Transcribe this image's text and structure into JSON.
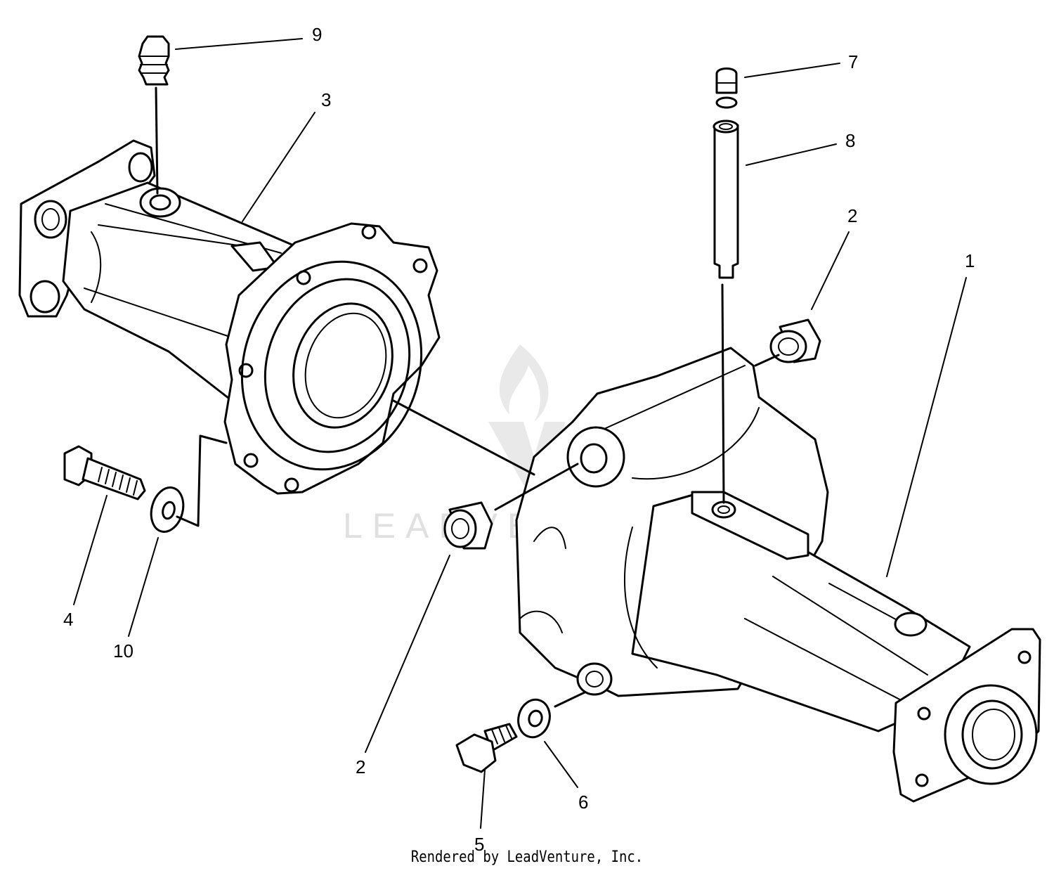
{
  "callouts": {
    "c9": "9",
    "c3": "3",
    "c7": "7",
    "c8": "8",
    "c2a": "2",
    "c1": "1",
    "c4": "4",
    "c10": "10",
    "c2b": "2",
    "c6": "6",
    "c5": "5"
  },
  "watermark": {
    "text": "LEADVENTURE"
  },
  "credit": "Rendered by LeadVenture, Inc."
}
